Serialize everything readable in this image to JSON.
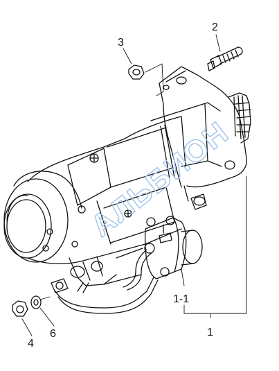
{
  "callouts": {
    "c1": "1",
    "c1_1": "1-1",
    "c2": "2",
    "c3": "3",
    "c4": "4",
    "c6": "6"
  },
  "watermark": {
    "text": "АЛЬБИОН",
    "color": "#9ec3ea"
  },
  "colors": {
    "line": "#111111",
    "background": "#ffffff"
  }
}
